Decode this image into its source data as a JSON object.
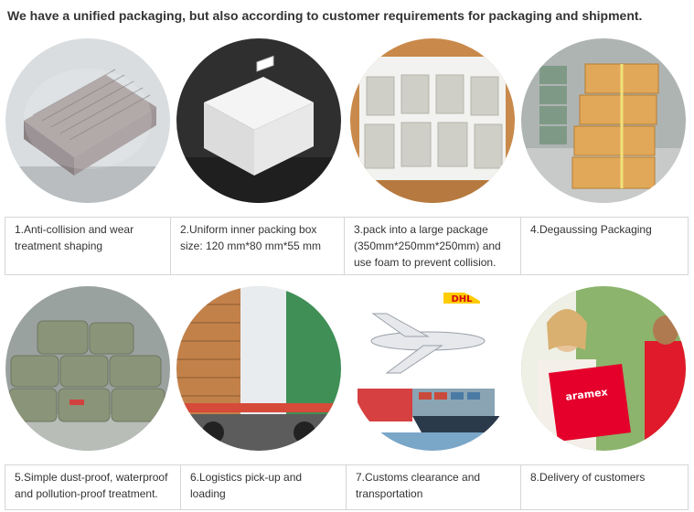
{
  "heading": "We have a unified packaging, but also according to customer requirements for packaging and shipment.",
  "steps": [
    {
      "caption": "1.Anti-collision and wear treatment shaping"
    },
    {
      "caption": "2.Uniform inner packing box size: 120 mm*80 mm*55 mm"
    },
    {
      "caption": "3.pack into a large package (350mm*250mm*250mm) and use foam to prevent collision."
    },
    {
      "caption": "4.Degaussing Packaging"
    },
    {
      "caption": "5.Simple dust-proof, waterproof and pollution-proof treatment."
    },
    {
      "caption": "6.Logistics pick-up and loading"
    },
    {
      "caption": "7.Customs clearance and transportation"
    },
    {
      "caption": "8.Delivery of customers"
    }
  ],
  "logos": {
    "dhl": "DHL",
    "aramex": "aramex"
  },
  "colors": {
    "dhl_red": "#d40511",
    "dhl_yellow": "#ffcc00",
    "aramex_red": "#e4002b",
    "cardboard": "#c9894a"
  }
}
